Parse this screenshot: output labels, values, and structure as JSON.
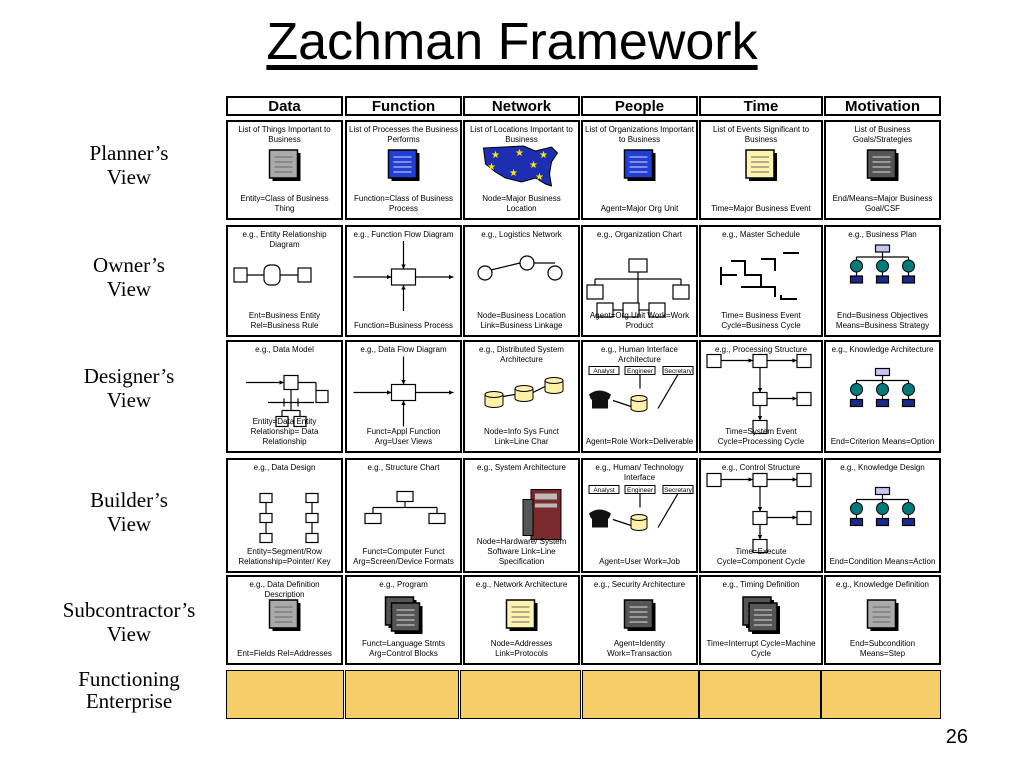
{
  "title": "Zachman Framework",
  "page_number": "26",
  "columns": [
    "Data",
    "Function",
    "Network",
    "People",
    "Time",
    "Motivation"
  ],
  "rows": [
    {
      "label": [
        "Planner’s",
        "View"
      ],
      "cells": [
        {
          "top": "List of Things Important to Business",
          "bottom": "Entity=Class of Business Thing",
          "icon": "gray-document-icon"
        },
        {
          "top": "List of Processes the Business Performs",
          "bottom": "Function=Class of Business Process",
          "icon": "blue-document-icon"
        },
        {
          "top": "List of Locations Important to Business",
          "bottom": "Node=Major Business Location",
          "icon": "usa-map-icon"
        },
        {
          "top": "List of Organizations Important to Business",
          "bottom": "Agent=Major Org Unit",
          "icon": "blue-document-icon"
        },
        {
          "top": "List of Events Significant to Business",
          "bottom": "Time=Major Business Event",
          "icon": "yellow-document-icon"
        },
        {
          "top": "List of Business Goals/Strategies",
          "bottom": "End/Means=Major Business Goal/CSF",
          "icon": "dark-document-icon"
        }
      ]
    },
    {
      "label": [
        "Owner’s",
        "View"
      ],
      "cells": [
        {
          "top": "e.g., Entity Relationship Diagram",
          "bottom": "Ent=Business Entity Rel=Business Rule",
          "icon": "entity-relationship-diagram"
        },
        {
          "top": "e.g., Function Flow Diagram",
          "bottom": "Function=Business Process",
          "icon": "process-flow-diagram"
        },
        {
          "top": "e.g., Logistics Network",
          "bottom": "Node=Business Location Link=Business Linkage",
          "icon": "logistics-network-diagram"
        },
        {
          "top": "e.g., Organization Chart",
          "bottom": "Agent=Org Unit Work=Work Product",
          "icon": "organization-chart-diagram"
        },
        {
          "top": "e.g., Master Schedule",
          "bottom": "Time= Business Event Cycle=Business Cycle",
          "icon": "master-schedule-diagram"
        },
        {
          "top": "e.g., Business Plan",
          "bottom": "End=Business Objectives Means=Business Strategy",
          "icon": "goal-tree-diagram"
        }
      ]
    },
    {
      "label": [
        "Designer’s",
        "View"
      ],
      "cells": [
        {
          "top": "e.g., Data Model",
          "bottom": "Entity=Data Entity Relationship= Data Relationship",
          "icon": "data-model-diagram"
        },
        {
          "top": "e.g., Data Flow Diagram",
          "bottom": "Funct=Appl Function Arg=User Views",
          "icon": "process-flow-diagram"
        },
        {
          "top": "e.g., Distributed System Architecture",
          "bottom": "Node=Info Sys Funct Link=Line Char",
          "icon": "distributed-system-diagram"
        },
        {
          "top": "e.g., Human Interface Architecture",
          "bottom": "Agent=Role Work=Deliverable",
          "icon": "human-interface-diagram"
        },
        {
          "top": "e.g., Processing Structure",
          "bottom": "Time=System  Event Cycle=Processing Cycle",
          "icon": "processing-structure-diagram"
        },
        {
          "top": "e.g., Knowledge Architecture",
          "bottom": "End=Criterion Means=Option",
          "icon": "knowledge-tree-diagram"
        }
      ]
    },
    {
      "label": [
        "Builder’s",
        "View"
      ],
      "cells": [
        {
          "top": "e.g., Data Design",
          "bottom": "Entity=Segment/Row Relationship=Pointer/ Key",
          "icon": "data-design-diagram"
        },
        {
          "top": "e.g., Structure Chart",
          "bottom": "Funct=Computer Funct Arg=Screen/Device Formats",
          "icon": "structure-chart-diagram"
        },
        {
          "top": "e.g., System Architecture",
          "bottom": "Node=Hardware/ System Software Link=Line Specification",
          "icon": "system-architecture-diagram"
        },
        {
          "top": "e.g., Human/ Technology Interface",
          "bottom": "Agent=User Work=Job",
          "icon": "human-interface-diagram"
        },
        {
          "top": "e.g., Control Structure",
          "bottom": "Time=Execute Cycle=Component Cycle",
          "icon": "processing-structure-diagram"
        },
        {
          "top": "e.g., Knowledge Design",
          "bottom": "End=Condition Means=Action",
          "icon": "knowledge-tree-diagram"
        }
      ]
    },
    {
      "label": [
        "Subcontractor’s",
        "View"
      ],
      "cells": [
        {
          "top": "e.g., Data Definition Description",
          "bottom": "Ent=Fields Rel=Addresses",
          "icon": "gray-document-icon"
        },
        {
          "top": "e.g., Program",
          "bottom": "Funct=Language Stmts Arg=Control Blocks",
          "icon": "stacked-dark-document-icon"
        },
        {
          "top": "e.g., Network Architecture",
          "bottom": "Node=Addresses Link=Protocols",
          "icon": "yellow-document-icon"
        },
        {
          "top": "e.g., Security Architecture",
          "bottom": "Agent=Identity Work=Transaction",
          "icon": "dark-document-icon"
        },
        {
          "top": "e.g., Timing Definition",
          "bottom": "Time=Interrupt Cycle=Machine Cycle",
          "icon": "stacked-dark-document-icon"
        },
        {
          "top": "e.g., Knowledge Definition",
          "bottom": "End=Subcondition Means=Step",
          "icon": "gray-document-icon"
        }
      ]
    }
  ],
  "enterprise_label": [
    "Functioning",
    "Enterprise"
  ],
  "interface_roles": [
    "Analyst",
    "Engineer",
    "Secretary"
  ],
  "colors": {
    "enterprise_fill": "#f7cd6a",
    "doc_blue": "#1f3fd6",
    "doc_gray": "#aaaaaa",
    "doc_yellow": "#fff3b0",
    "doc_dark": "#555555",
    "tree_node": "#007a7a",
    "tree_base": "#1a2a8a",
    "tree_top": "#c6c6f5"
  }
}
